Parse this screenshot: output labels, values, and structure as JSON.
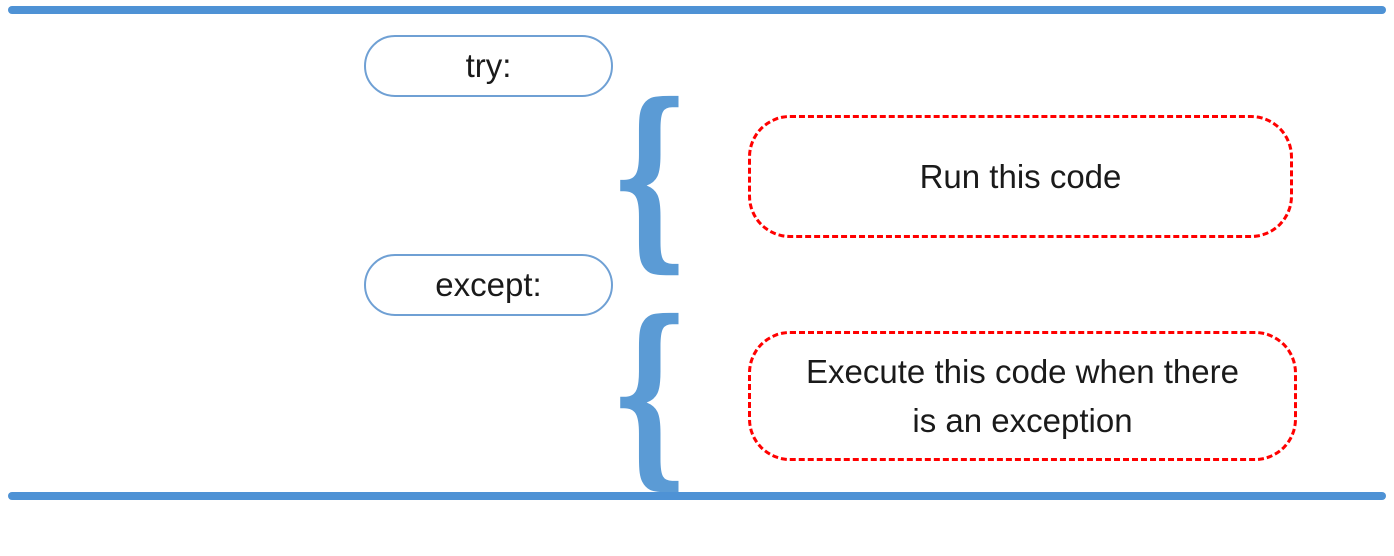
{
  "colors": {
    "line-blue": "#4E92D5",
    "brace-blue": "#5B9BD5",
    "pill-border-blue": "#6FA0D4",
    "dashed-red": "#FF0000",
    "text": "#1A1A1A"
  },
  "diagram": {
    "brace_glyph": "{",
    "try_block": {
      "keyword": "try:",
      "body": "Run this code"
    },
    "except_block": {
      "keyword": "except:",
      "body": "Execute this code when there is an exception"
    }
  }
}
